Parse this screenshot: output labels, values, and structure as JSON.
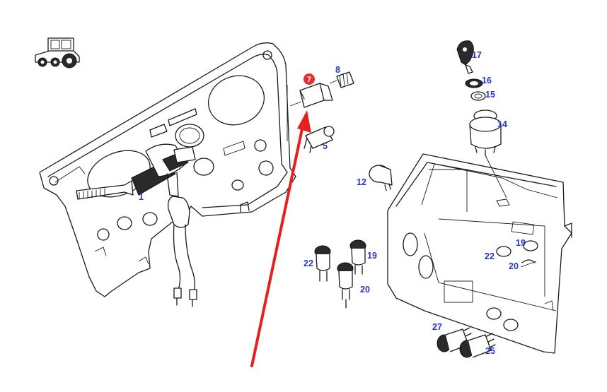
{
  "colors": {
    "line": "#1a1a1a",
    "callout_text": "#2a35c8",
    "highlight_marker": "#e03030",
    "arrow": "#e52020"
  },
  "diagram": {
    "icon": "tractor-icon",
    "callouts": {
      "c1": "1",
      "c5": "5",
      "c7": "7",
      "c8": "8",
      "c12": "12",
      "c14": "14",
      "c15": "15",
      "c16": "16",
      "c17": "17",
      "c19a": "19",
      "c19b": "19",
      "c20a": "20",
      "c20b": "20",
      "c22a": "22",
      "c22b": "22",
      "c25": "25",
      "c27": "27"
    },
    "highlighted_part": "7"
  }
}
